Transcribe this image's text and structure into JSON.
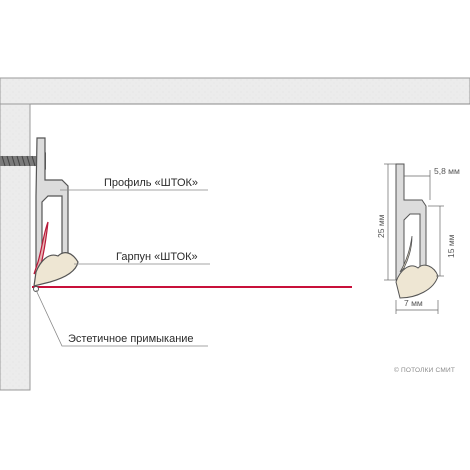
{
  "labels": {
    "profile": "Профиль «ШТОК»",
    "harpoon": "Гарпун «ШТОК»",
    "junction": "Эстетичное примыкание"
  },
  "dimensions": {
    "height_total": "25 мм",
    "width_top": "5,8 мм",
    "height_inner": "15 мм",
    "width_bottom": "7 мм"
  },
  "copyright": "© ПОТОЛКИ СМИТ",
  "colors": {
    "ceiling_fill": "#ececec",
    "wall_fill": "#e8e8e8",
    "profile_fill": "#dcdcdc",
    "harpoon_fill": "#eee6d3",
    "membrane_line": "#c8103a",
    "outline": "#555555"
  }
}
